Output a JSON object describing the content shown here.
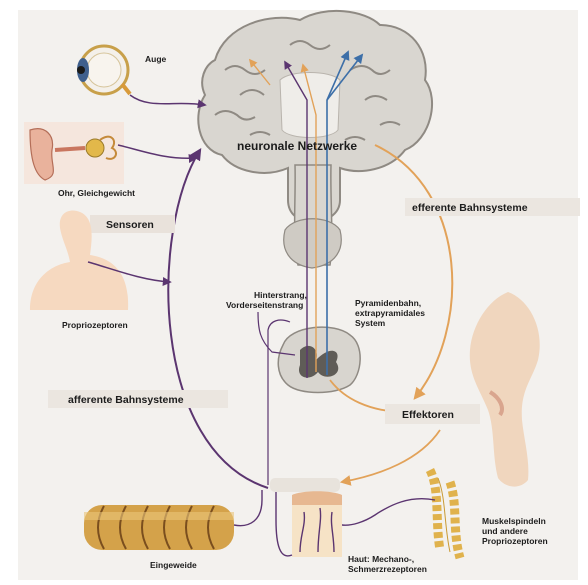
{
  "labels": {
    "auge": "Auge",
    "ohr": "Ohr, Gleichgewicht",
    "sensoren": "Sensoren",
    "propriozeptoren": "Propriozeptoren",
    "neuronale_netzwerke": "neuronale Netzwerke",
    "efferente_bahnsysteme": "efferente Bahnsysteme",
    "afferente_bahnsysteme": "afferente Bahnsysteme",
    "hinterstrang_line1": "Hinterstrang,",
    "hinterstrang_line2": "Vorderseitenstrang",
    "pyramiden_line1": "Pyramidenbahn,",
    "pyramiden_line2": "extrapyramidales",
    "pyramiden_line3": "System",
    "effektoren": "Effektoren",
    "muskel_line1": "Muskelspindeln",
    "muskel_line2": "und andere",
    "muskel_line3": "Propriozeptoren",
    "eingeweide": "Eingeweide",
    "haut_line1": "Haut: Mechano-,",
    "haut_line2": "Schmerzrezeptoren"
  },
  "colors": {
    "afferent": "#5b3570",
    "efferent": "#e2a259",
    "descending": "#3d6fa8",
    "brain": "#d9d6d0",
    "band": "#e8e3dc"
  }
}
